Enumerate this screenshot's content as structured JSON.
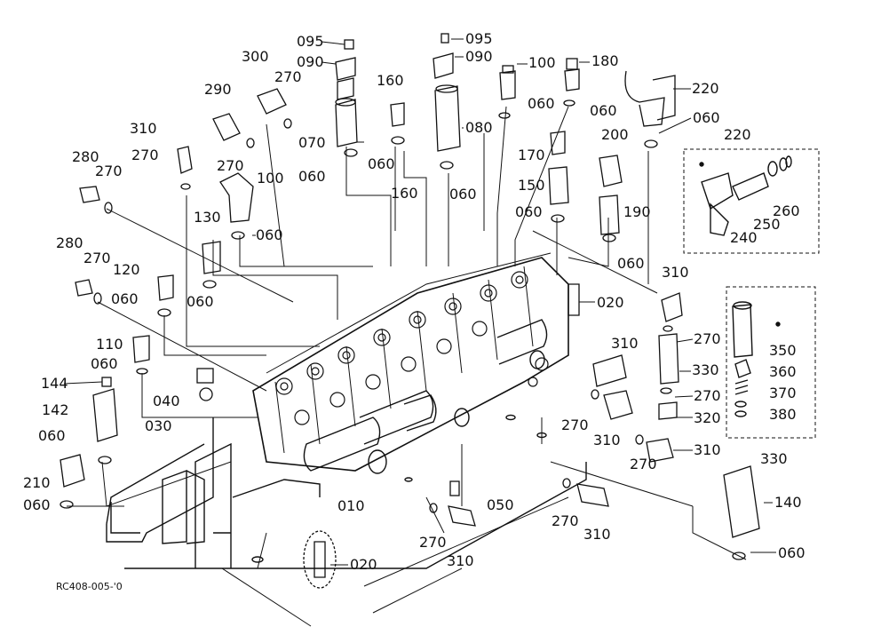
{
  "drawing_code": "RC408-005-'0",
  "colors": {
    "ink": "#111111",
    "paper": "#ffffff"
  },
  "labels": {
    "l095a": "095",
    "l095b": "095",
    "l090a": "090",
    "l090b": "090",
    "l300": "300",
    "l270a": "270",
    "l100a": "100",
    "l180": "180",
    "l220a": "220",
    "l290": "290",
    "l160a": "160",
    "l060a": "060",
    "l060b": "060",
    "l060c": "060",
    "l070": "070",
    "l080": "080",
    "l310a": "310",
    "l270b": "270",
    "l270c": "270",
    "l060d": "060",
    "l060e": "060",
    "l060f": "060",
    "l170": "170",
    "l200": "200",
    "l220b": "220",
    "l280a": "280",
    "l270d": "270",
    "l100b": "100",
    "l160b": "160",
    "l150": "150",
    "l060g": "060",
    "l190": "190",
    "l130": "130",
    "l060h": "060",
    "l060i": "060",
    "l240": "240",
    "l250": "250",
    "l260": "260",
    "l280b": "280",
    "l270e": "270",
    "l120": "120",
    "l060j": "060",
    "l060k": "060",
    "l020a": "020",
    "l310b": "310",
    "l270f": "270",
    "l110": "110",
    "l310c": "310",
    "l350": "350",
    "l330a": "330",
    "l060l": "060",
    "l360": "360",
    "l144": "144",
    "l040": "040",
    "l370": "370",
    "l142": "142",
    "l030": "030",
    "l270g": "270",
    "l380": "380",
    "l270h": "270",
    "l320": "320",
    "l060m": "060",
    "l310d": "310",
    "l310e": "310",
    "l330b": "330",
    "l270i": "270",
    "l210": "210",
    "l010": "010",
    "l050": "050",
    "l140": "140",
    "l060n": "060",
    "l270j": "270",
    "l310f": "310",
    "l060o": "060",
    "l310g": "310",
    "l020b": "020"
  }
}
